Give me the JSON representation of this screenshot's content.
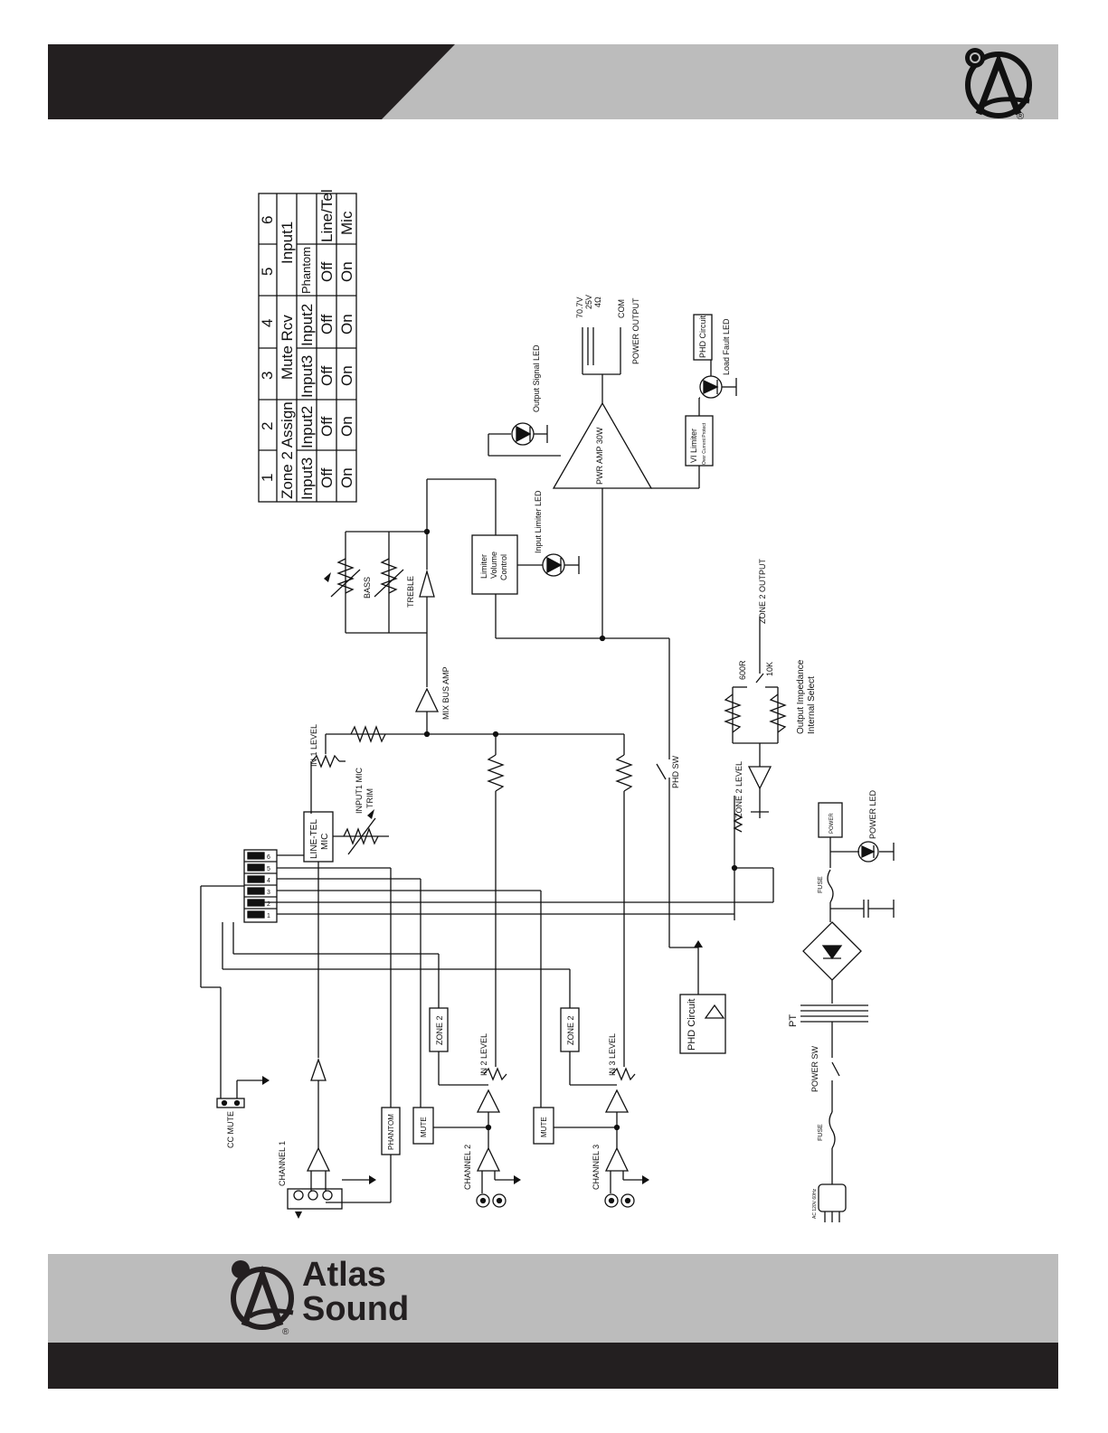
{
  "brand": {
    "name_line1": "Atlas",
    "name_line2": "Sound",
    "registered": "®"
  },
  "dip_table": {
    "switch_numbers": [
      "1",
      "2",
      "3",
      "4",
      "5",
      "6"
    ],
    "group_labels": [
      "Zone 2 Assign",
      "Mute Rcv",
      "Input1"
    ],
    "row_functions": [
      "Input3",
      "Input2",
      "Input3",
      "Input2",
      "Phantom",
      ""
    ],
    "row_off": [
      "Off",
      "Off",
      "Off",
      "Off",
      "Off",
      "Line/Tel"
    ],
    "row_on": [
      "On",
      "On",
      "On",
      "On",
      "On",
      "Mic"
    ]
  },
  "labels": {
    "output_signal_led": "Output Signal LED",
    "input_limiter_led": "Input Limiter LED",
    "load_fault_led": "Load Fault LED",
    "phd_circuit": "PHD Circuit",
    "phd_circuit_top": "PHD Circuit",
    "pwr_amp": "PWR AMP 30W",
    "vi_limiter": "VI Limiter",
    "vi_limiter_sub": "Over Current Protect",
    "limiter_line1": "Limiter",
    "limiter_line2": "Volume",
    "limiter_line3": "Control",
    "power_output": "POWER OUTPUT",
    "out_707": "70.7V",
    "out_25": "25V",
    "out_4": "4Ω",
    "out_com": "COM",
    "bass": "BASS",
    "treble": "TREBLE",
    "mix_bus_amp": "MIX BUS AMP",
    "in1_level": "IN 1 LEVEL",
    "input1_mic_trim_1": "INPUT1 MIC",
    "input1_mic_trim_2": "TRIM",
    "line_tel": "LINE-TEL",
    "mic": "MIC",
    "phd_sw": "PHD  SW",
    "zone2_output": "ZONE 2 OUTPUT",
    "zone2_level": "ZONE 2 LEVEL",
    "z600": "600R",
    "z10k": "10K",
    "output_impedance_1": "Output Impedance",
    "output_impedance_2": "Internal Select",
    "power": "POWER",
    "power_led": "POWER LED",
    "fuse": "FUSE",
    "fuse2": "FUSE",
    "pt": "PT",
    "power_sw": "POWER SW",
    "ac": "AC 120V 60Hz",
    "zone2_a": "ZONE 2",
    "zone2_b": "ZONE 2",
    "in2_level": "IN 2 LEVEL",
    "in3_level": "IN 3 LEVEL",
    "mute_a": "MUTE",
    "mute_b": "MUTE",
    "phantom": "PHANTOM",
    "cc_mute": "CC  MUTE",
    "channel1": "CHANNEL 1",
    "channel2": "CHANNEL 2",
    "channel3": "CHANNEL 3",
    "dip_numbers": [
      "6",
      "5",
      "4",
      "3",
      "2",
      "1"
    ]
  },
  "colors": {
    "header_dark": "#231f20",
    "header_light": "#bcbcbc",
    "line": "#111111"
  }
}
